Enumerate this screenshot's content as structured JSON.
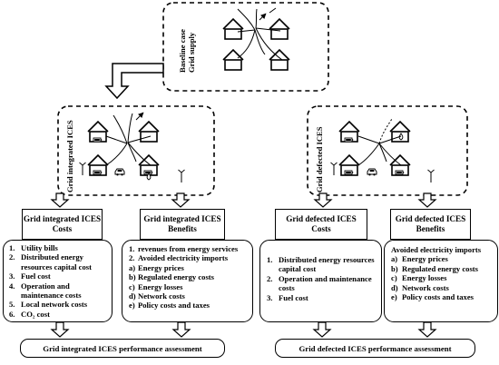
{
  "baseline": {
    "line1": "Baseline case",
    "line2": "Grid supply"
  },
  "scenarios": {
    "integrated": "Grid integrated ICES",
    "defected": "Grid defected ICES"
  },
  "panels": {
    "int_costs": {
      "title": "Grid integrated ICES Costs",
      "items": [
        {
          "n": "1.",
          "t": "Utility bills"
        },
        {
          "n": "2.",
          "t": "Distributed energy resources capital cost"
        },
        {
          "n": "3.",
          "t": "Fuel cost"
        },
        {
          "n": "4.",
          "t": "Operation and maintenance costs"
        },
        {
          "n": "5.",
          "t": "Local network costs"
        },
        {
          "n": "6.",
          "t": "CO₂ cost"
        }
      ]
    },
    "int_benefits": {
      "title": "Grid integrated ICES Benefits",
      "items": [
        {
          "n": "1.",
          "t": "revenues from energy services"
        },
        {
          "n": "2.",
          "t": "Avoided electricity imports"
        },
        {
          "n": "a)",
          "t": "Energy prices"
        },
        {
          "n": "b)",
          "t": "Regulated energy costs"
        },
        {
          "n": "c)",
          "t": "Energy losses"
        },
        {
          "n": "d)",
          "t": "Network costs"
        },
        {
          "n": "e)",
          "t": "Policy costs and taxes"
        }
      ]
    },
    "def_costs": {
      "title": "Grid defected ICES Costs",
      "items": [
        {
          "n": "1.",
          "t": "Distributed energy resources capital cost"
        },
        {
          "n": "2.",
          "t": "Operation and maintenance costs"
        },
        {
          "n": "3.",
          "t": "Fuel cost"
        }
      ]
    },
    "def_benefits": {
      "title": "Grid defected ICES Benefits",
      "heading": "Avoided electricity imports",
      "items": [
        {
          "n": "a)",
          "t": "Energy prices"
        },
        {
          "n": "b)",
          "t": "Regulated energy costs"
        },
        {
          "n": "c)",
          "t": "Energy losses"
        },
        {
          "n": "d)",
          "t": "Network costs"
        },
        {
          "n": "e)",
          "t": "Policy costs and taxes"
        }
      ]
    }
  },
  "assessments": {
    "integrated": "Grid integrated ICES performance assessment",
    "defected": "Grid defected ICES performance assessment"
  }
}
